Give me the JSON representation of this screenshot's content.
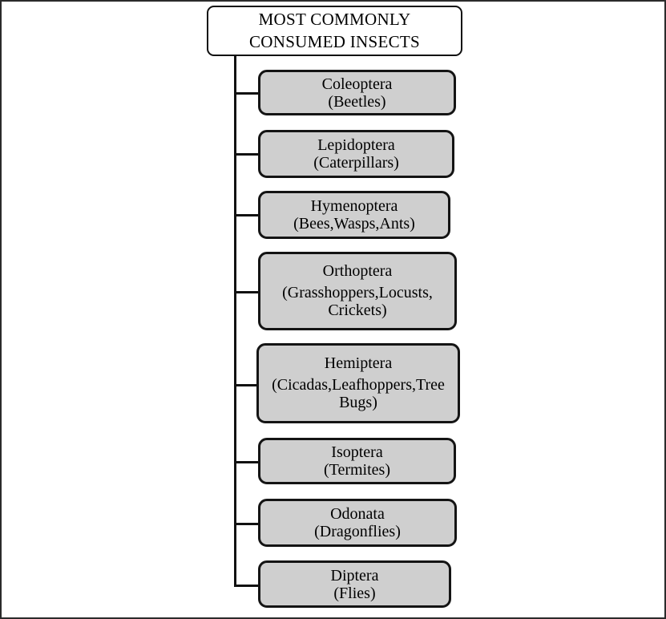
{
  "diagram": {
    "root": {
      "title_line1": "MOST COMMONLY",
      "title_line2": "CONSUMED INSECTS"
    },
    "style": {
      "node_fill": "#cfcfcf",
      "root_fill": "#ffffff",
      "line_color": "#111111",
      "border_color": "#2b2b2b",
      "text_color": "#000000"
    },
    "nodes": [
      {
        "order": "Coleoptera",
        "common": "(Beetles)"
      },
      {
        "order": "Lepidoptera",
        "common": "(Caterpillars)"
      },
      {
        "order": "Hymenoptera",
        "common": "(Bees,Wasps,Ants)"
      },
      {
        "order": "Orthoptera",
        "common": "(Grasshoppers,Locusts, Crickets)"
      },
      {
        "order": "Hemiptera",
        "common": "(Cicadas,Leafhoppers,Tree Bugs)"
      },
      {
        "order": "Isoptera",
        "common": "(Termites)"
      },
      {
        "order": "Odonata",
        "common": "(Dragonflies)"
      },
      {
        "order": "Diptera",
        "common": "(Flies)"
      }
    ]
  }
}
